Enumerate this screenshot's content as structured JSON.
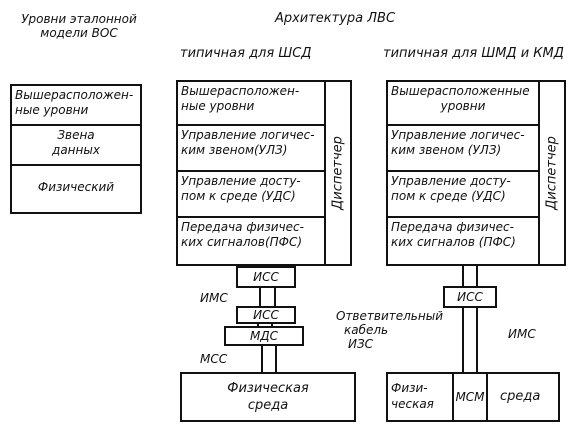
{
  "osi": {
    "title_line1": "Уровни эталонной",
    "title_line2": "модели ВОС",
    "upper_line1": "Вышерасположен-",
    "upper_line2": "ные уровни",
    "link_line1": "Звена",
    "link_line2": "данных",
    "physical": "Физический"
  },
  "lan": {
    "title": "Архитектура ЛВС",
    "shsd": {
      "heading": "типичная для ШСД",
      "upper_line1": "Вышерасположен-",
      "upper_line2": "ные уровни",
      "llc_line1": "Управление логичес-",
      "llc_line2": "ким звеном(УЛЗ)",
      "mac_line1": "Управление досту-",
      "mac_line2": "пом к среде (УДС)",
      "phy_line1": "Передача физичес-",
      "phy_line2": "ких сигналов(ПФС)",
      "dispatcher": "Диспетчер",
      "iss1": "ИСС",
      "ims": "ИМС",
      "iss2": "ИСС",
      "mds": "МДС",
      "mss": "МСС",
      "medium_line1": "Физическая",
      "medium_line2": "среда"
    },
    "shmd": {
      "heading": "типичная для ШМД и КМД",
      "upper_line1": "Вышерасположенные",
      "upper_line2": "уровни",
      "llc_line1": "Управление логичес-",
      "llc_line2": "ким звеном (УЛЗ)",
      "mac_line1": "Управление досту-",
      "mac_line2": "пом к среде (УДС)",
      "phy_line1": "Передача физичес-",
      "phy_line2": "ких сигналов (ПФС)",
      "dispatcher": "Диспетчер",
      "iss": "ИСС",
      "cable_line1": "Ответвительный",
      "cable_line2": "кабель",
      "cable_line3": "ИЗС",
      "ims": "ИМС",
      "phys_line1": "Физи-",
      "phys_line2": "ческая",
      "msm": "МСМ",
      "medium": "среда"
    }
  }
}
